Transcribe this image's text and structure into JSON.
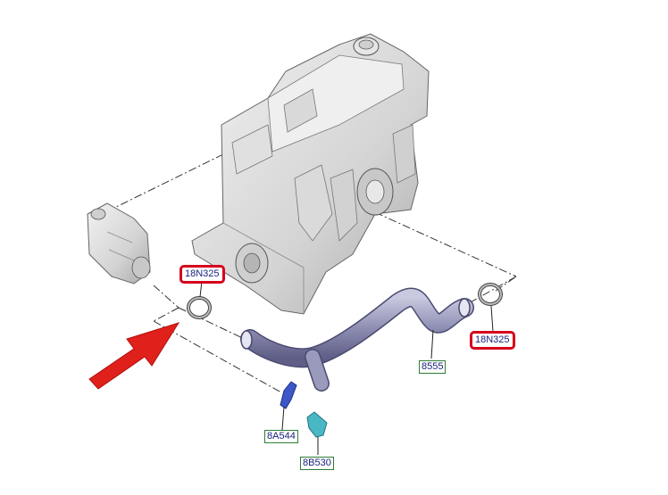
{
  "callouts": {
    "seal_left": "18N325",
    "seal_right": "18N325",
    "hose": "8555",
    "clip": "8A544",
    "sensor": "8B530"
  },
  "colors": {
    "highlight_border": "#d6001c",
    "part_number_border": "#2e7d32",
    "part_number_text": "#1a237e",
    "arrow": "#e0201b",
    "hose": "#8f8fb4",
    "clip": "#3d56c8",
    "sensor": "#4ab8c4",
    "engine": "#d8d8d8"
  },
  "icons": {
    "pointer": "red-arrow-icon"
  }
}
